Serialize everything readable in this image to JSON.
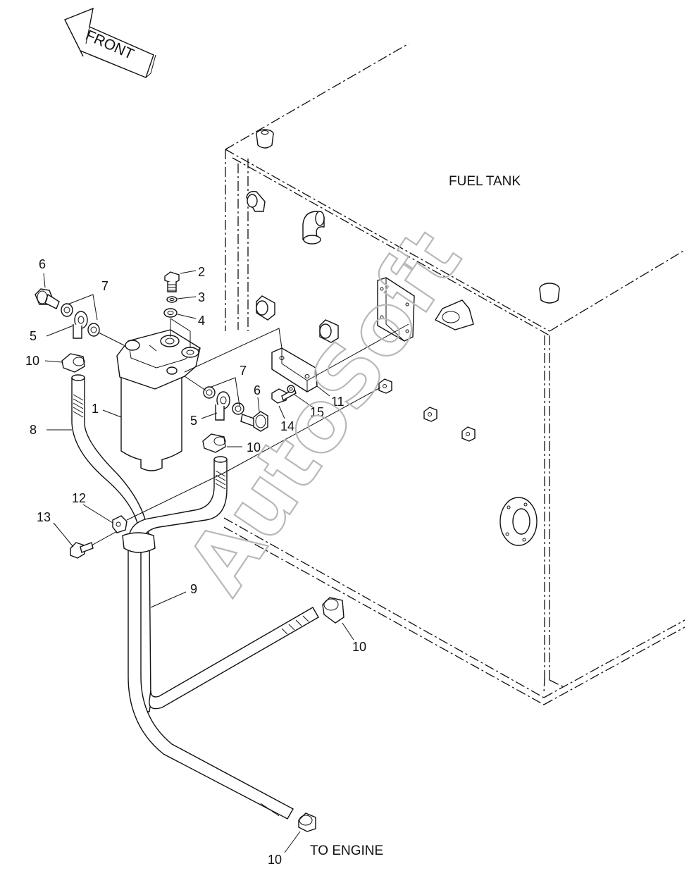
{
  "diagram": {
    "front_arrow": "FRONT",
    "fuel_tank": "FUEL TANK",
    "to_engine": "TO ENGINE",
    "watermark": "AutoSoft",
    "callouts": {
      "c1": "1",
      "c2": "2",
      "c3": "3",
      "c4": "4",
      "c5a": "5",
      "c5b": "5",
      "c6a": "6",
      "c6b": "6",
      "c7a": "7",
      "c7b": "7",
      "c8": "8",
      "c9": "9",
      "c10a": "10",
      "c10b": "10",
      "c10c": "10",
      "c10d": "10",
      "c11": "11",
      "c12": "12",
      "c13": "13",
      "c14": "14",
      "c15": "15"
    }
  }
}
